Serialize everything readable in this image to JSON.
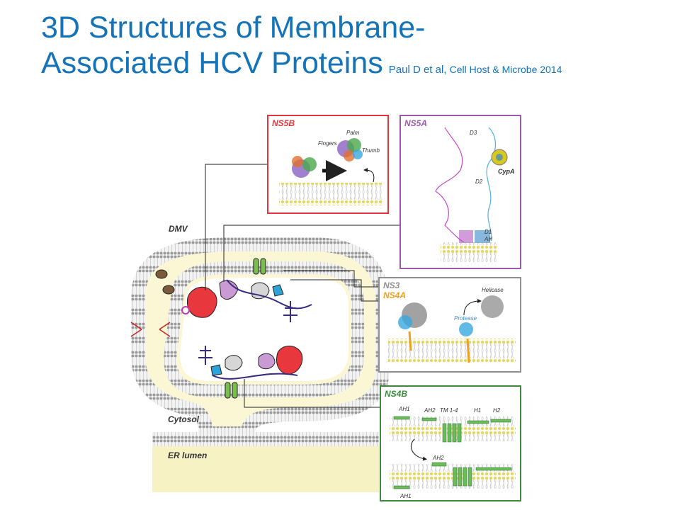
{
  "slide": {
    "title_line1": "3D Structures of Membrane-",
    "title_line2": "Associated HCV Proteins",
    "citation_authors": "Paul D et al,",
    "citation_journal": "Cell Host & Microbe 2014"
  },
  "diagram": {
    "cell_labels": {
      "dmv": "DMV",
      "cytosol": "Cytosol",
      "er_lumen": "ER lumen"
    },
    "panels": {
      "ns5b": {
        "title": "NS5B",
        "color": "#e0353d",
        "labels": [
          "Fingers",
          "Palm",
          "Thumb"
        ]
      },
      "ns5a": {
        "title": "NS5A",
        "color": "#9b5aa8",
        "labels": [
          "D3",
          "CypA",
          "D2",
          "D1",
          "AH"
        ]
      },
      "ns3_ns4a": {
        "title_ns3": "NS3",
        "title_ns4a": "NS4A",
        "color": "#8f8f8f",
        "ns4a_color": "#f0a020",
        "labels": [
          "Helicase",
          "Protease"
        ]
      },
      "ns4b": {
        "title": "NS4B",
        "color": "#3a8a3a",
        "labels": [
          "AH1",
          "AH2",
          "TM 1-4",
          "H1",
          "H2",
          "AH2",
          "AH1"
        ]
      }
    }
  }
}
